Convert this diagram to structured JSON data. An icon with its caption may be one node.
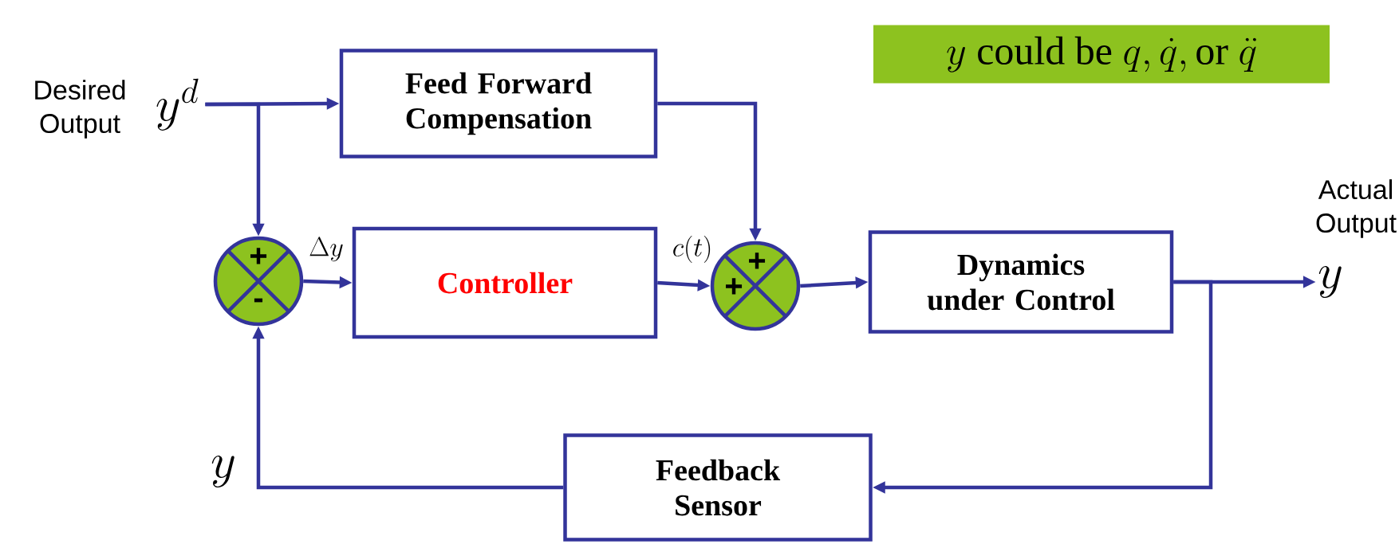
{
  "diagram": {
    "nodes": [
      {
        "text": [
          "Desired Output"
        ],
        "beside": [
          "y^d"
        ]
      },
      {
        "text": [
          "Feed Forward Compensation"
        ]
      },
      {
        "text": [
          "+",
          "-"
        ]
      },
      {
        "text": [
          "Controller"
        ]
      },
      {
        "text": [
          "+",
          "+"
        ]
      },
      {
        "text": [
          "Dynamics under Control"
        ]
      },
      {
        "text": [
          "Actual Output"
        ],
        "beside": [
          "y"
        ]
      },
      {
        "text": [
          "Feedback Sensor"
        ]
      },
      {
        "text": [
          "y\\ \\mathrm{could\\ be}\\ q, \\dot{q}, \\mathrm{or}\\ \\ddot{q}"
        ]
      }
    ],
    "edges": [
      {
        "from": 0,
        "to": 1,
        "arrow": "to"
      },
      {
        "from": 0,
        "to": 2,
        "arrow": "to"
      },
      {
        "from": 2,
        "to": 3,
        "arrow": "to",
        "label": "\\Delta y"
      },
      {
        "from": 3,
        "to": 4,
        "arrow": "to",
        "label": "c(t)"
      },
      {
        "from": 1,
        "to": 4,
        "arrow": "to"
      },
      {
        "from": 4,
        "to": 5,
        "arrow": "to"
      },
      {
        "from": 5,
        "to": 6,
        "arrow": "to"
      },
      {
        "from": 5,
        "to": 7,
        "arrow": "to"
      },
      {
        "from": 7,
        "to": 2,
        "arrow": "to",
        "label": "y"
      }
    ]
  }
}
